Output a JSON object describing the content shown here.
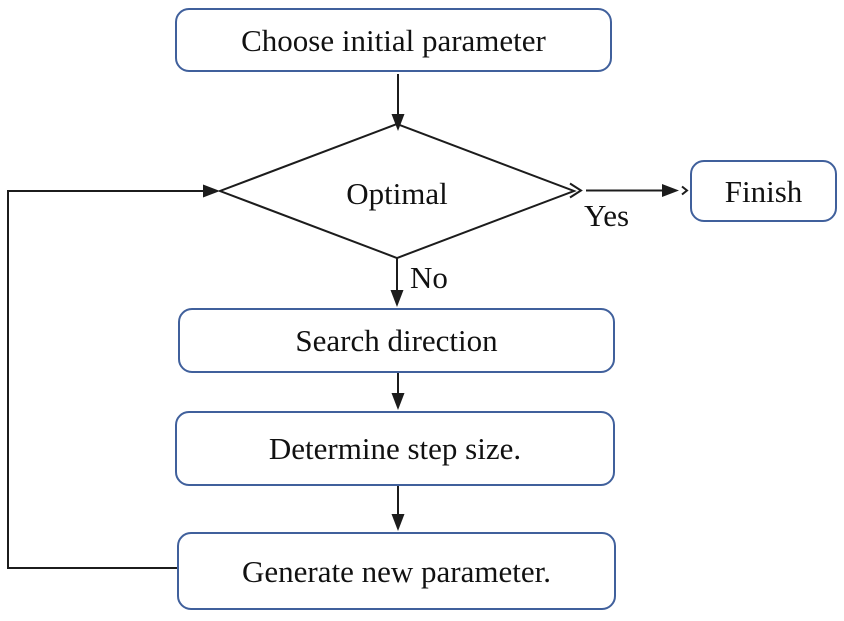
{
  "flowchart": {
    "nodes": {
      "start": {
        "label": "Choose initial parameter"
      },
      "decision": {
        "label": "Optimal"
      },
      "finish": {
        "label": "Finish"
      },
      "search": {
        "label": "Search direction"
      },
      "step_size": {
        "label": "Determine step size."
      },
      "generate": {
        "label": "Generate new parameter."
      }
    },
    "branch_labels": {
      "yes": "Yes",
      "no": "No"
    },
    "colors": {
      "node_border": "#40609c",
      "connector": "#1c1c1c",
      "text": "#111111",
      "canvas": "#ffffff"
    }
  }
}
